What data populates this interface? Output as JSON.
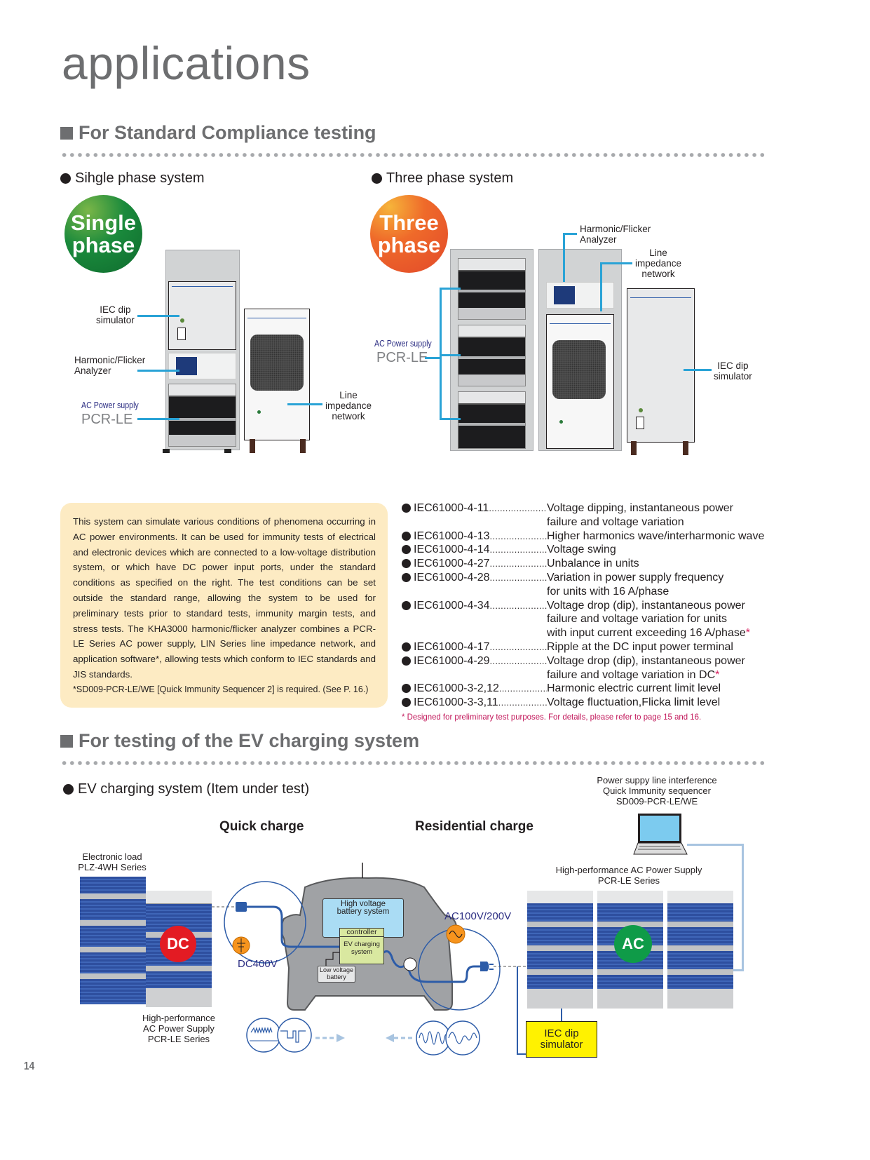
{
  "page": {
    "title": "applications",
    "page_number": "14"
  },
  "section1": {
    "heading": "For Standard Compliance testing",
    "single": {
      "subheading": "Sihgle phase system",
      "badge_line1": "Single",
      "badge_line2": "phase",
      "labels": {
        "iec_dip": [
          "IEC dip",
          "simulator"
        ],
        "analyzer": [
          "Harmonic/Flicker",
          "Analyzer"
        ],
        "ac_supply": "AC Power supply",
        "pcr": "PCR-LE",
        "line_imp": [
          "Line",
          "impedance",
          "network"
        ]
      }
    },
    "three": {
      "subheading": "Three phase system",
      "badge_line1": "Three",
      "badge_line2": "phase",
      "labels": {
        "analyzer": [
          "Harmonic/Flicker",
          "Analyzer"
        ],
        "line_imp": [
          "Line",
          "impedance",
          "network"
        ],
        "ac_supply": "AC Power supply",
        "pcr": "PCR-LE",
        "iec_dip": [
          "IEC dip",
          "simulator"
        ]
      }
    },
    "description": "This system can simulate various conditions of phenomena occurring in AC power environments. It can be used for immunity tests of electrical and electronic devices which are connected to a low-voltage distribution system, or which have DC power input ports, under the standard conditions as specified on the right. The test conditions can be set outside the standard range, allowing the system to be used for preliminary tests prior to standard tests, immunity margin tests, and stress tests. The KHA3000 harmonic/flicker analyzer combines a PCR-LE Series AC power supply, LIN Series line impedance network, and application software*, allowing tests which conform to IEC standards and JIS standards.",
    "description_note": "*SD009-PCR-LE/WE [Quick Immunity Sequencer 2] is required. (See P. 16.)",
    "standards": [
      {
        "code": "IEC61000-4-11",
        "desc": [
          "Voltage dipping, instantaneous power",
          "failure and voltage variation"
        ],
        "asterisk": false
      },
      {
        "code": "IEC61000-4-13",
        "desc": [
          "Higher harmonics wave/interharmonic wave"
        ],
        "asterisk": false
      },
      {
        "code": "IEC61000-4-14",
        "desc": [
          "Voltage swing"
        ],
        "asterisk": false
      },
      {
        "code": "IEC61000-4-27",
        "desc": [
          "Unbalance in units"
        ],
        "asterisk": false
      },
      {
        "code": "IEC61000-4-28",
        "desc": [
          "Variation in power supply frequency",
          "for units with 16 A/phase"
        ],
        "asterisk": false
      },
      {
        "code": "IEC61000-4-34",
        "desc": [
          "Voltage drop (dip), instantaneous power",
          "failure and voltage variation for units",
          "with input current exceeding 16 A/phase"
        ],
        "asterisk": true
      },
      {
        "code": "IEC61000-4-17",
        "desc": [
          "Ripple at the DC input power terminal"
        ],
        "asterisk": false
      },
      {
        "code": "IEC61000-4-29",
        "desc": [
          "Voltage drop (dip), instantaneous power",
          "failure and voltage variation in DC"
        ],
        "asterisk": true
      },
      {
        "code": "IEC61000-3-2,12",
        "desc": [
          "Harmonic electric current limit level"
        ],
        "asterisk": false
      },
      {
        "code": "IEC61000-3-3,11",
        "desc": [
          "Voltage fluctuation,Flicka limit level"
        ],
        "asterisk": false
      }
    ],
    "asterisk_mark": "*",
    "footnote": "* Designed for preliminary test purposes. For details, please refer to page 15 and 16."
  },
  "section2": {
    "heading": "For testing of the EV charging system",
    "subheading": "EV charging system (Item under test)",
    "quick_charge": "Quick charge",
    "residential_charge": "Residential charge",
    "sequencer": [
      "Power suppy line interference",
      "Quick Immunity sequencer",
      "SD009-PCR-LE/WE"
    ],
    "electronic_load": [
      "Electronic load",
      "PLZ-4WH Series"
    ],
    "ac_supply_left": [
      "High-performance",
      "AC Power Supply",
      "PCR-LE Series"
    ],
    "ac_supply_right": [
      "High-performance AC Power Supply",
      "PCR-LE Series"
    ],
    "dc_badge": "DC",
    "ac_badge": "AC",
    "dc_voltage": "DC400V",
    "ac_voltage": "AC100V/200V",
    "hv_battery": [
      "High voltage",
      "battery system"
    ],
    "controller": "controller",
    "ev_charging": [
      "EV charging",
      "system"
    ],
    "low_voltage": [
      "Low voltage",
      "battery"
    ],
    "iec_dip": [
      "IEC dip",
      "simulator"
    ],
    "colors": {
      "dc_red": "#e31b23",
      "ac_green": "#0f9b48",
      "cable_blue": "#2d5ca8",
      "iec_yellow": "#fff200"
    }
  }
}
